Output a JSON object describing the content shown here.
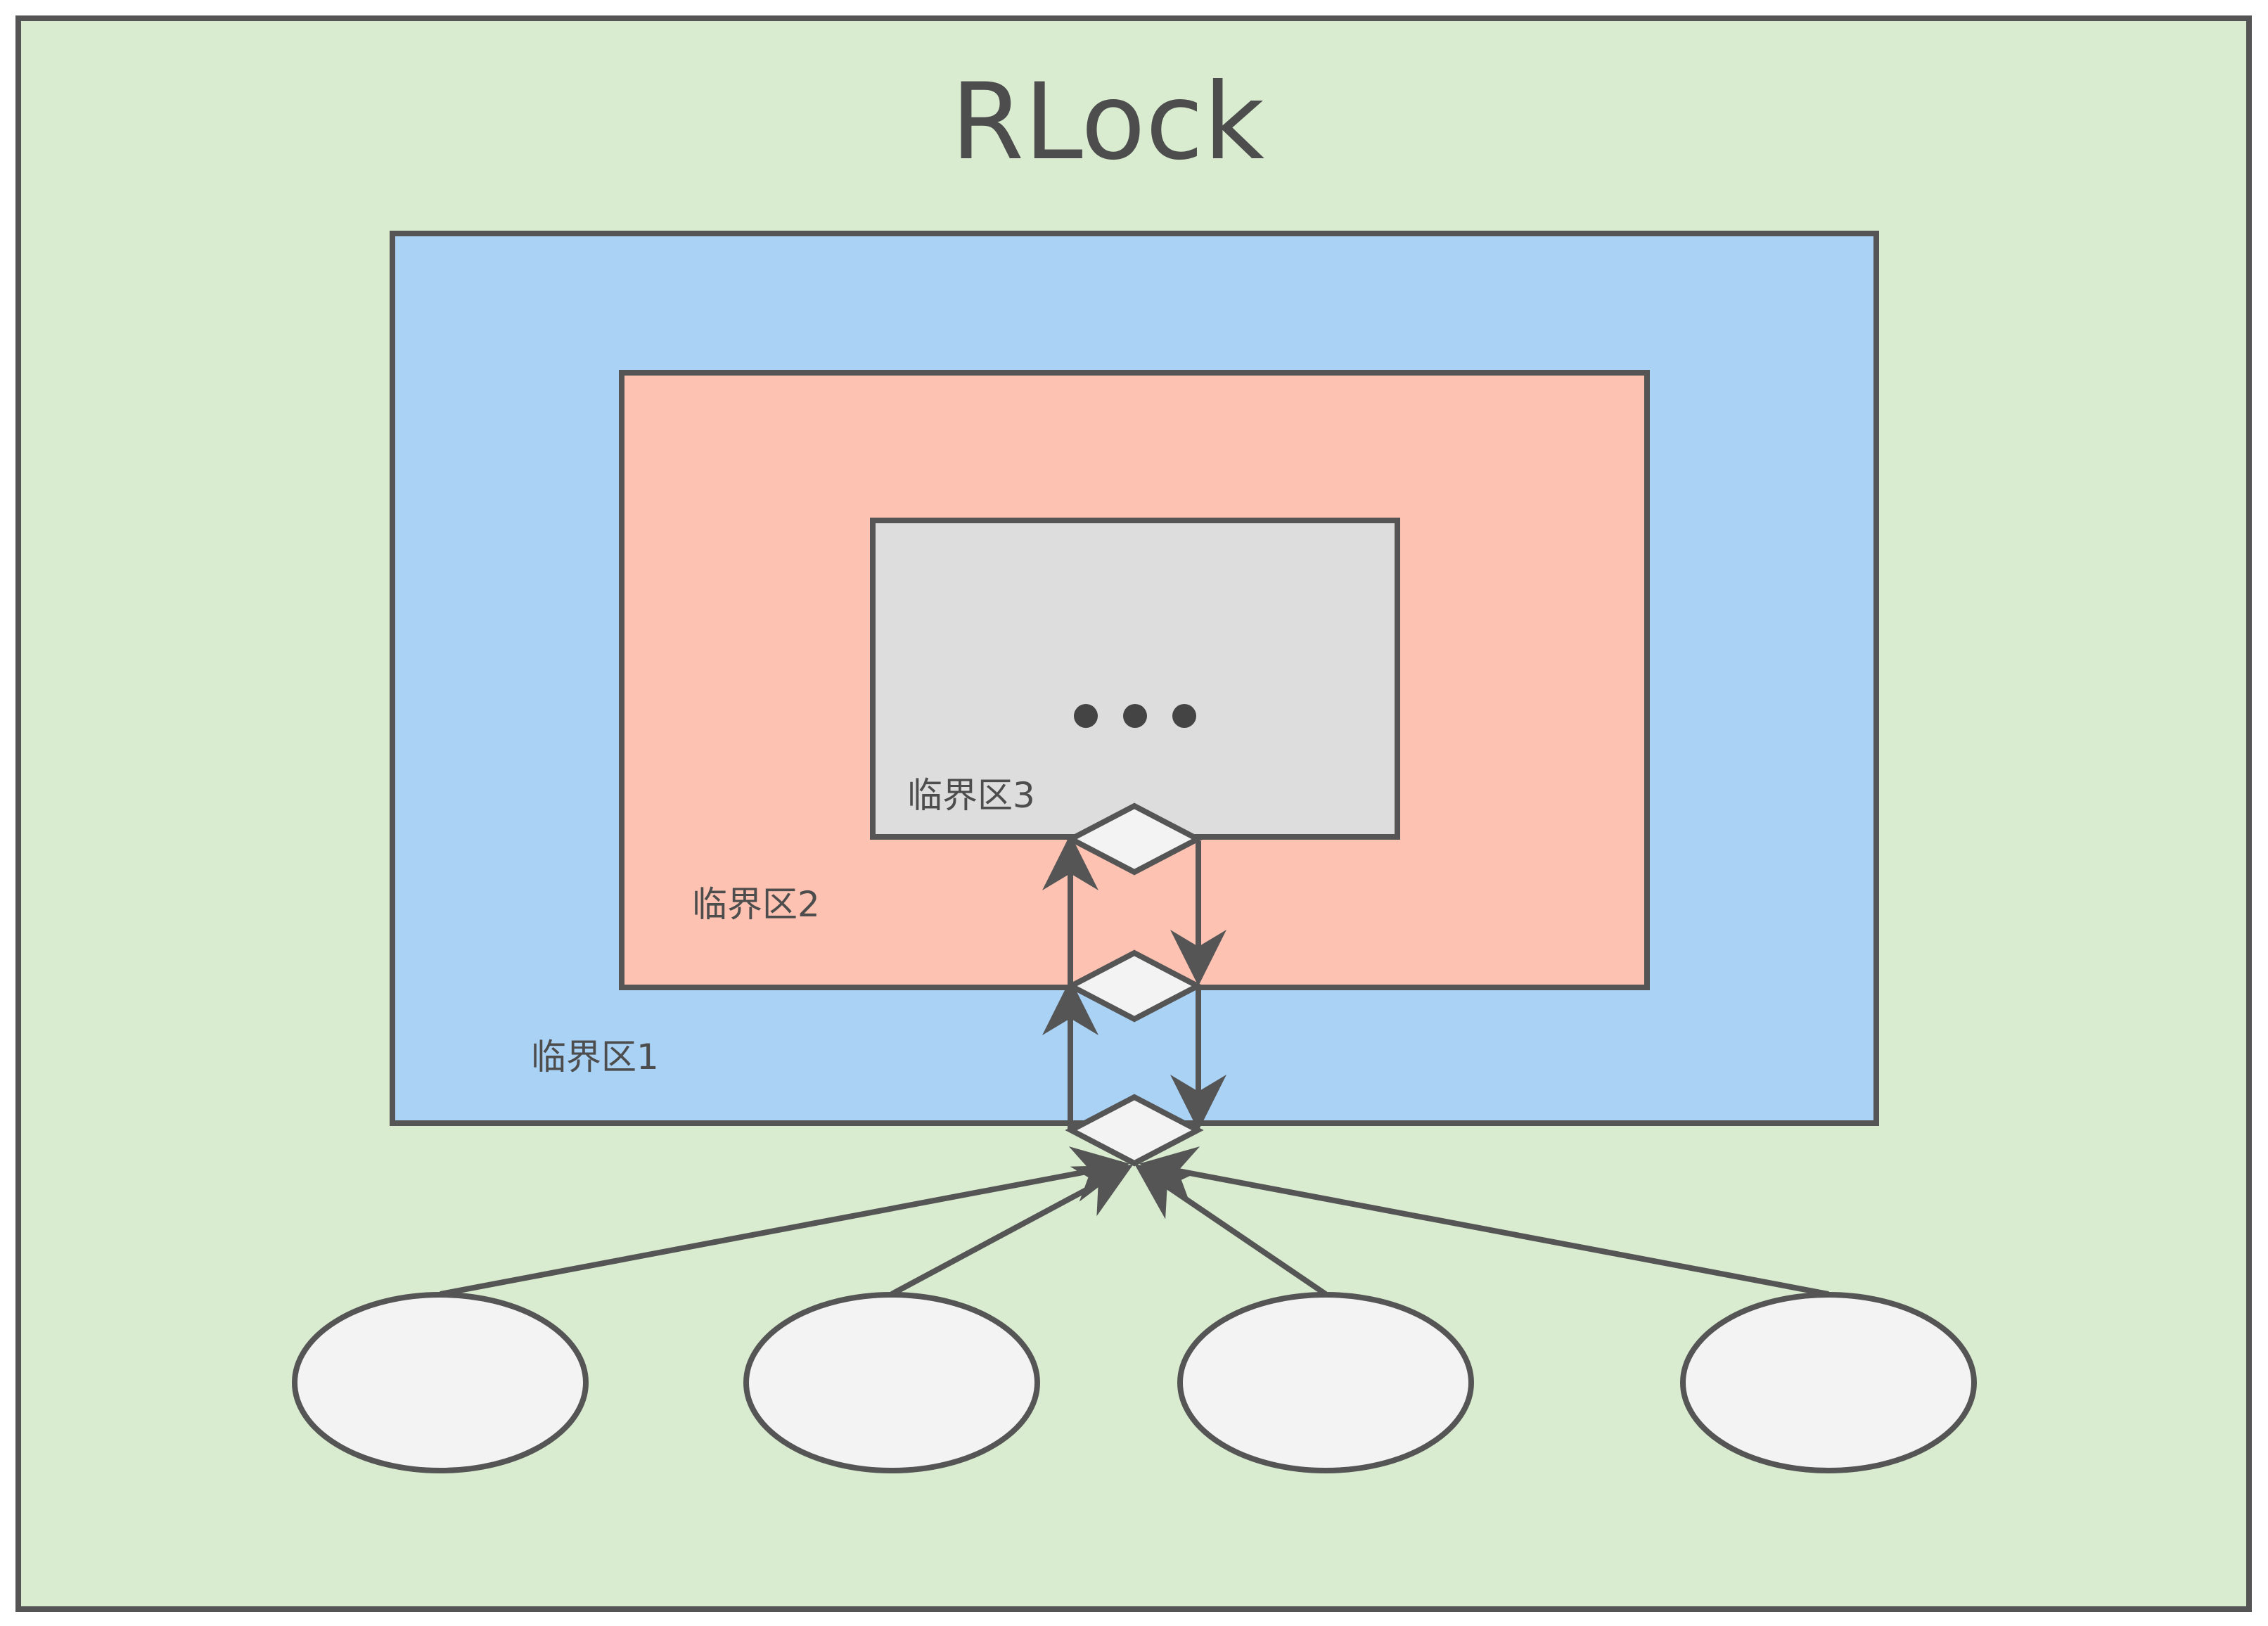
{
  "title": "RLock",
  "regions": {
    "outer_label": "临界区1",
    "middle_label": "临界区2",
    "inner_label": "临界区3",
    "ellipsis": "• • •"
  },
  "colors": {
    "stroke": "#555555",
    "background": "#d9ecd0",
    "region1": "#aad2f5",
    "region2": "#fdc2b2",
    "region3": "#dddddd",
    "node": "#f3f3f3",
    "text": "#4d4d4d"
  },
  "threads": {
    "count": 4
  }
}
